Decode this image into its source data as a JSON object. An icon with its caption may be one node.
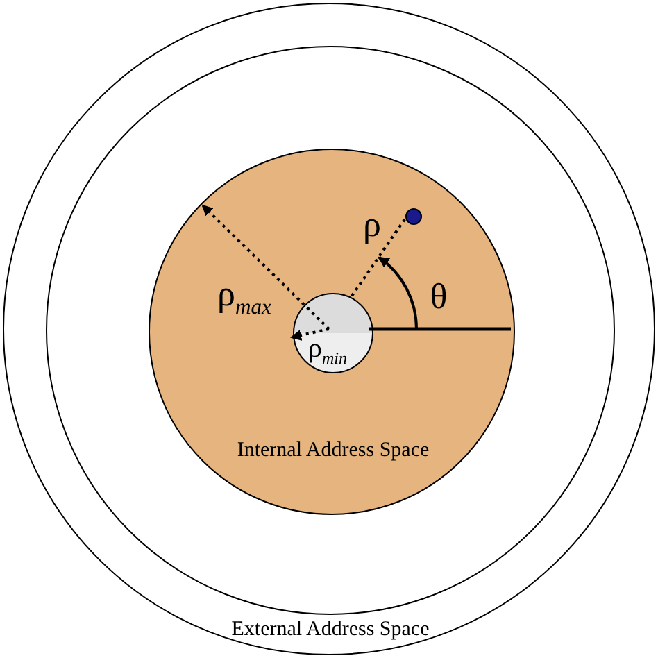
{
  "diagram": {
    "nodes": [
      {
        "text": [
          "External Address Space"
        ]
      },
      {
        "text": [],
        "shape": "circle",
        "in": 0
      },
      {
        "text": [
          "Internal Address Space"
        ],
        "in": 1
      },
      {
        "text": [],
        "shape": "circle",
        "in": 2
      },
      {
        "text": [],
        "shape": "circle",
        "in": 2
      }
    ],
    "edges": [
      {
        "from": 3,
        "to": 4,
        "arrow": "none",
        "label": "ρ",
        "style": "dashed"
      },
      {
        "from": 3,
        "to": 2,
        "arrow": "none"
      }
    ],
    "labels": [
      "ρ$_{max}$",
      "θ",
      "ρ$_{min}$"
    ]
  }
}
